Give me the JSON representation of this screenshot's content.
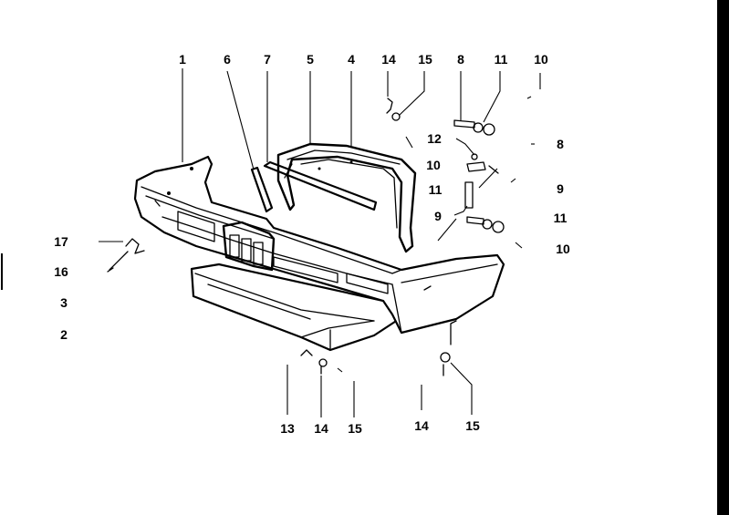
{
  "labels": {
    "l1": "1",
    "l6": "6",
    "l7": "7",
    "l5": "5",
    "l4": "4",
    "l14a": "14",
    "l15a": "15",
    "l8a": "8",
    "l11a": "11",
    "l10a": "10",
    "l12": "12",
    "l8b": "8",
    "l10b": "10",
    "l11b": "11",
    "l9a": "9",
    "l9b": "9",
    "l11c": "11",
    "l10c": "10",
    "l17": "17",
    "l16": "16",
    "l3": "3",
    "l2": "2",
    "l13": "13",
    "l14b": "14",
    "l15b": "15",
    "l14c": "14",
    "l15c": "15"
  },
  "colors": {
    "ink": "#000000",
    "paper": "#ffffff"
  }
}
